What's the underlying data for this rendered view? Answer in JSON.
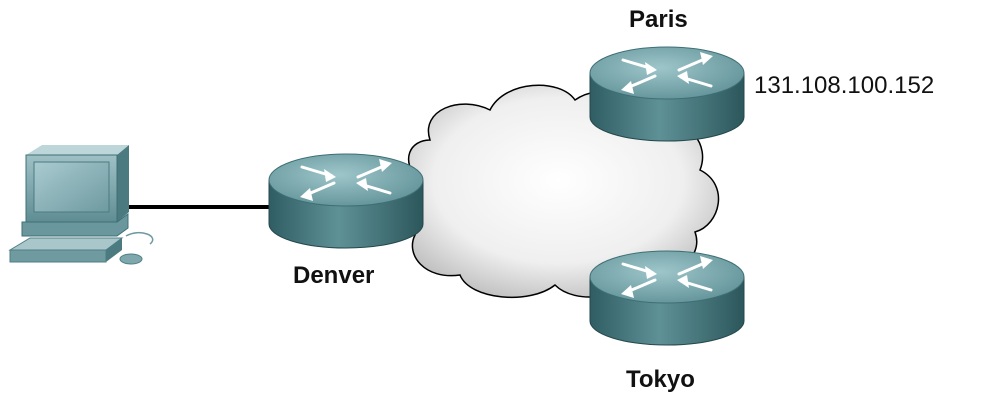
{
  "nodes": {
    "denver": {
      "label": "Denver"
    },
    "paris": {
      "label": "Paris",
      "ip": "131.108.100.152"
    },
    "tokyo": {
      "label": "Tokyo"
    }
  },
  "icons": [
    "workstation-icon",
    "router-icon",
    "cloud-icon"
  ],
  "colors": {
    "router_top": "#6f9fa4",
    "router_side": "#3e6f75",
    "cloud_light": "#ffffff",
    "cloud_shadow": "#c8c8c8",
    "link": "#000000",
    "computer_body": "#7fa8ae"
  }
}
